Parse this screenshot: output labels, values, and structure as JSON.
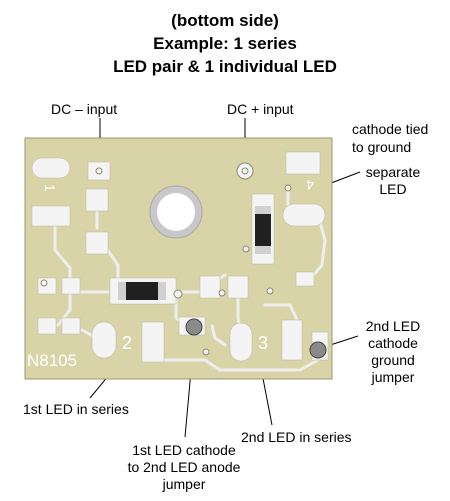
{
  "title": {
    "line1": "(bottom side)",
    "line2": "Example: 1 series",
    "line3": "LED pair & 1 individual LED"
  },
  "labels": {
    "dc_minus": "DC – input",
    "dc_plus": "DC + input",
    "cathode_line1": "cathode tied",
    "cathode_line2": "to ground",
    "separate_line1": "separate",
    "separate_line2": "LED",
    "ground_line1": "2nd LED",
    "ground_line2": "cathode",
    "ground_line3": "ground",
    "ground_line4": "jumper",
    "first_series": "1st LED in series",
    "second_series": "2nd LED in series",
    "jumper_line1": "1st LED cathode",
    "jumper_line2": "to 2nd LED anode",
    "jumper_line3": "jumper"
  },
  "board": {
    "silk_part": "N8105",
    "silk_2": "2",
    "silk_3": "3",
    "silk_4": "4",
    "silk_1": "1"
  },
  "colors": {
    "board": "#d8d4a8",
    "pad": "#f4f4f4",
    "trace": "#eeeeee",
    "component_dark": "#202020",
    "solder": "#8a8a8a"
  }
}
